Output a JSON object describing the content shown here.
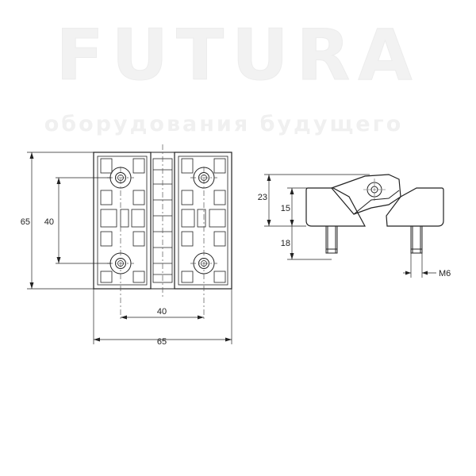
{
  "watermark": {
    "title": "FUTURA",
    "subtitle": "оборудования будущего",
    "color": "#f2f2f2"
  },
  "front_view": {
    "height_label": "65",
    "hole_spacing_vertical_label": "40",
    "hole_spacing_horizontal_label": "40",
    "width_label": "65"
  },
  "side_view": {
    "top_label": "23",
    "mid_label": "15",
    "stud_label": "18",
    "thread_label": "M6"
  },
  "colors": {
    "line": "#222222",
    "dash": "#555555",
    "background": "#ffffff"
  }
}
